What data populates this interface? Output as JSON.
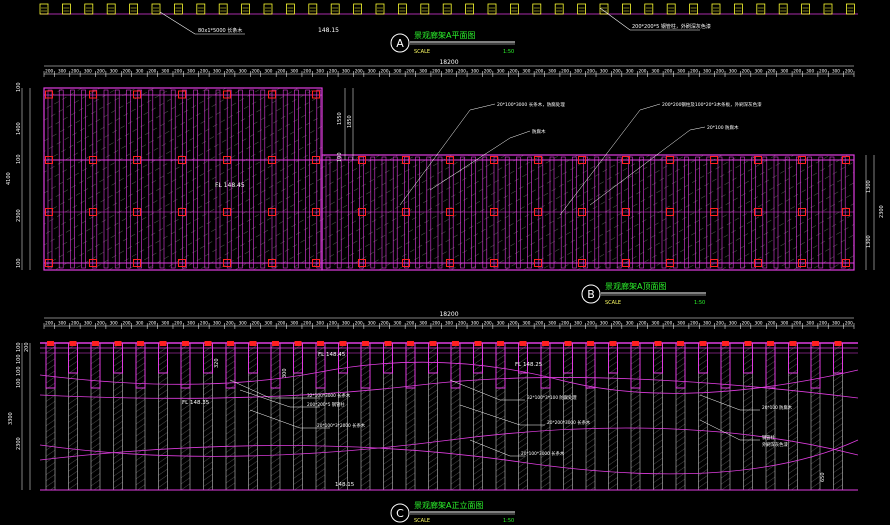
{
  "top_labels": {
    "left_note": "80x1*5000 长条木",
    "elevation": "148.15",
    "right_note": "200*200*5 钢管柱，外刷深灰色漆"
  },
  "views": [
    {
      "letter": "A",
      "title": "景观廊架A平面图",
      "scale_label": "SCALE",
      "scale_value": "1:50"
    },
    {
      "letter": "B",
      "title": "景观廊架A顶面图",
      "scale_label": "SCALE",
      "scale_value": "1:50"
    },
    {
      "letter": "C",
      "title": "景观廊架A正立面图",
      "scale_label": "SCALE",
      "scale_value": "1:50"
    }
  ],
  "plan": {
    "total_dim": "18200",
    "top_segments": [
      "200",
      "300",
      "200",
      "300",
      "200",
      "300",
      "200",
      "300",
      "200",
      "300",
      "200",
      "300",
      "200",
      "300",
      "200",
      "300",
      "200",
      "300",
      "200",
      "300",
      "200",
      "300",
      "200",
      "300",
      "200",
      "300",
      "200",
      "300",
      "200",
      "300",
      "200",
      "300",
      "200",
      "300",
      "200",
      "300",
      "200",
      "300",
      "200",
      "300",
      "200",
      "300",
      "200",
      "300",
      "200",
      "300",
      "200",
      "300",
      "200",
      "300",
      "200",
      "300",
      "200",
      "300",
      "200",
      "300",
      "200",
      "300",
      "200",
      "300",
      "200",
      "300",
      "200"
    ],
    "left_dims": [
      "100",
      "1400",
      "100",
      "2300",
      "100"
    ],
    "left_total": "4100",
    "mid_dims": [
      "1550",
      "1850",
      "100"
    ],
    "right_dims": [
      "1300",
      "1300"
    ],
    "right_total": "2300",
    "level": "FL 148.45",
    "callouts": [
      "20*100*3000 长条木，防腐处理",
      "防腐木",
      "200*200钢柱及100*20*3木条板，外刷深灰色漆",
      "20*100 防腐木"
    ]
  },
  "elevation": {
    "total_dim": "18200",
    "top_segments": [
      "200",
      "300",
      "200",
      "300",
      "200",
      "300",
      "200",
      "300",
      "200",
      "300",
      "200",
      "300",
      "200",
      "300",
      "200",
      "300",
      "200",
      "300",
      "200",
      "300",
      "200",
      "300",
      "200",
      "300",
      "200",
      "300",
      "200",
      "300",
      "200",
      "300",
      "200",
      "300",
      "200",
      "300",
      "200",
      "300",
      "200",
      "300",
      "200",
      "300",
      "200",
      "300",
      "200",
      "300",
      "200",
      "300",
      "200",
      "300",
      "200",
      "300",
      "200",
      "300",
      "200",
      "300",
      "200",
      "300",
      "200",
      "300",
      "200",
      "300",
      "200",
      "300",
      "200"
    ],
    "left_dims": [
      "100",
      "100",
      "100",
      "100",
      "200"
    ],
    "left_total": "3300",
    "left_lower": "2300",
    "levels": [
      "FL 148.45",
      "FL 148.35",
      "FL 148.25"
    ],
    "base_level": "148.15",
    "side_dims": [
      "320",
      "300",
      "650"
    ],
    "callouts": [
      "32*100*3000 长条木",
      "200*200*5 钢管柱",
      "20*100*3*2000 长条木",
      "32*100*3*100 防腐处理",
      "20*200*3000 长条木",
      "20*100*3000 长条木",
      "20*100 防腐木",
      "钢管柱",
      "外刷深灰色漆"
    ]
  }
}
